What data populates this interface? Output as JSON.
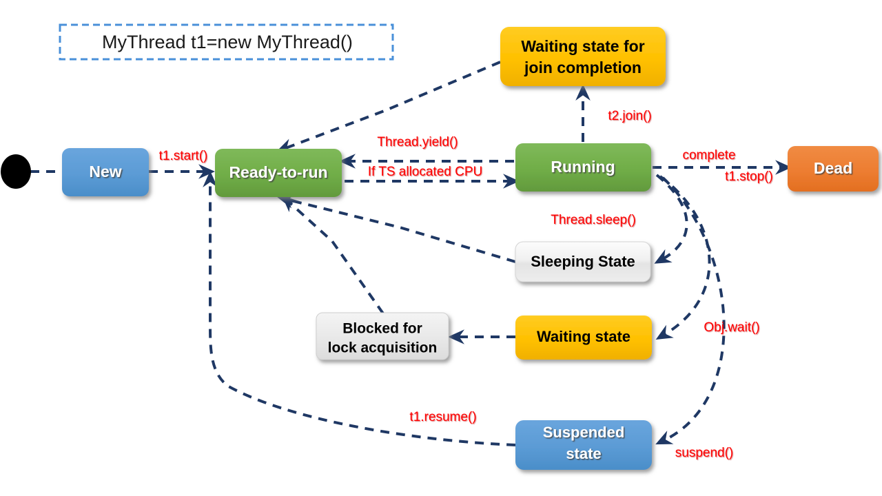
{
  "diagram": {
    "title_box": {
      "text": "MyThread t1=new MyThread()",
      "border_color": "#4a90d9",
      "border_style": "dashed"
    },
    "colors": {
      "arrow": "#1f3864",
      "label": "#ff0000",
      "blue_node": "#5b9bd5",
      "green_node": "#70ad47",
      "orange_node": "#ed7d31",
      "yellow_node": "#ffc000",
      "gray_node": "#e8e8e8",
      "white_node": "#f7f7f7",
      "start_dot": "#000000"
    },
    "nodes": [
      {
        "id": "start",
        "label": "",
        "shape": "circle",
        "color": "#000000",
        "text_color": "#ffffff"
      },
      {
        "id": "new",
        "label": "New",
        "shape": "rounded-rect",
        "color": "#5b9bd5",
        "text_color": "#ffffff"
      },
      {
        "id": "ready",
        "label": "Ready-to-run",
        "shape": "rounded-rect",
        "color": "#70ad47",
        "text_color": "#ffffff"
      },
      {
        "id": "running",
        "label": "Running",
        "shape": "rounded-rect",
        "color": "#70ad47",
        "text_color": "#ffffff"
      },
      {
        "id": "dead",
        "label": "Dead",
        "shape": "rounded-rect",
        "color": "#ed7d31",
        "text_color": "#ffffff"
      },
      {
        "id": "join_wait",
        "label_line1": "Waiting state for",
        "label_line2": "join completion",
        "shape": "rounded-rect",
        "color": "#ffc000",
        "text_color": "#000000"
      },
      {
        "id": "sleeping",
        "label": "Sleeping State",
        "shape": "rounded-rect",
        "color": "#f2f2f2",
        "text_color": "#000000"
      },
      {
        "id": "blocked",
        "label_line1": "Blocked for",
        "label_line2": "lock acquisition",
        "shape": "rounded-rect",
        "color": "#e8e8e8",
        "text_color": "#000000"
      },
      {
        "id": "waiting",
        "label": "Waiting state",
        "shape": "rounded-rect",
        "color": "#ffc000",
        "text_color": "#000000"
      },
      {
        "id": "suspended",
        "label_line1": "Suspended",
        "label_line2": "state",
        "shape": "rounded-rect",
        "color": "#5b9bd5",
        "text_color": "#ffffff"
      }
    ],
    "edges": [
      {
        "from": "start",
        "to": "new",
        "label": ""
      },
      {
        "from": "new",
        "to": "ready",
        "label": "t1.start()"
      },
      {
        "from": "running",
        "to": "ready",
        "label": "Thread.yield()"
      },
      {
        "from": "ready",
        "to": "running",
        "label": "If TS allocated CPU"
      },
      {
        "from": "running",
        "to": "join_wait",
        "label": "t2.join()"
      },
      {
        "from": "join_wait",
        "to": "ready",
        "label": ""
      },
      {
        "from": "running",
        "to": "dead",
        "label": "complete"
      },
      {
        "from": "running",
        "to": "dead",
        "label": "t1.stop()"
      },
      {
        "from": "running",
        "to": "sleeping",
        "label": "Thread.sleep()"
      },
      {
        "from": "sleeping",
        "to": "ready",
        "label": ""
      },
      {
        "from": "running",
        "to": "waiting",
        "label": "Obj.wait()"
      },
      {
        "from": "waiting",
        "to": "blocked",
        "label": ""
      },
      {
        "from": "blocked",
        "to": "ready",
        "label": ""
      },
      {
        "from": "running",
        "to": "suspended",
        "label": "suspend()"
      },
      {
        "from": "suspended",
        "to": "ready",
        "label": "t1.resume()"
      }
    ],
    "edge_labels": {
      "t1_start": "t1.start()",
      "thread_yield": "Thread.yield()",
      "if_ts_allocated": "If TS allocated CPU",
      "t2_join": "t2.join()",
      "complete": "complete",
      "t1_stop": "t1.stop()",
      "thread_sleep": "Thread.sleep()",
      "obj_wait": "Obj.wait()",
      "suspend": "suspend()",
      "t1_resume": "t1.resume()"
    },
    "node_labels": {
      "new": "New",
      "ready": "Ready-to-run",
      "running": "Running",
      "dead": "Dead",
      "join_wait_l1": "Waiting state for",
      "join_wait_l2": "join completion",
      "sleeping": "Sleeping State",
      "blocked_l1": "Blocked for",
      "blocked_l2": "lock acquisition",
      "waiting": "Waiting state",
      "suspended_l1": "Suspended",
      "suspended_l2": "state"
    }
  }
}
